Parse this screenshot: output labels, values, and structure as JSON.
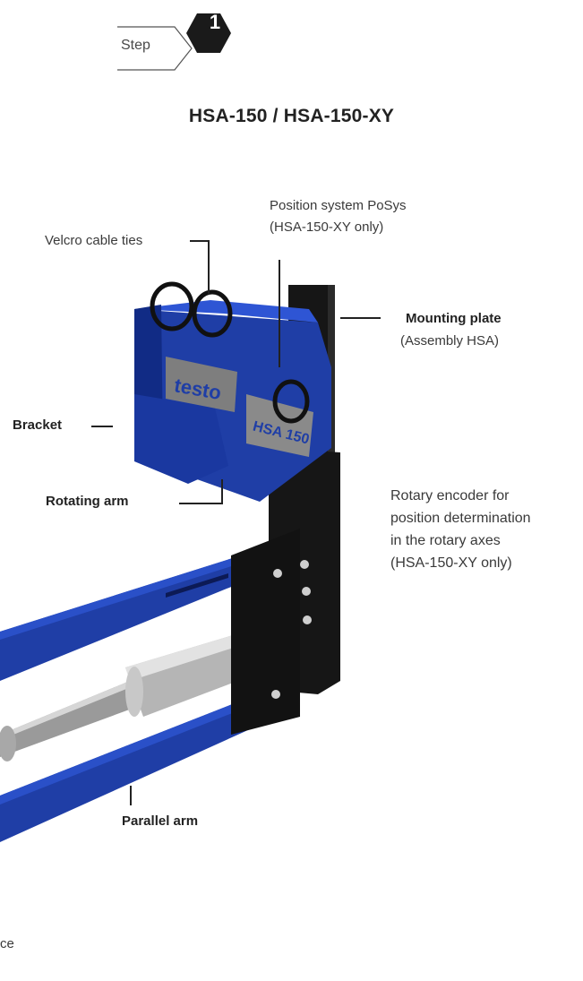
{
  "step": {
    "label": "Step",
    "number": "1"
  },
  "title": "HSA-150 / HSA-150-XY",
  "labels": {
    "position_system_line1": "Position system PoSys",
    "position_system_line2": "(HSA-150-XY only)",
    "velcro": "Velcro cable ties",
    "mounting_plate": "Mounting plate",
    "mounting_plate_sub": "(Assembly HSA)",
    "bracket": "Bracket",
    "rotating_arm": "Rotating arm",
    "rotary_encoder_line1": "Rotary encoder for",
    "rotary_encoder_line2": "position determination",
    "rotary_encoder_line3": "in the rotary axes",
    "rotary_encoder_line4": "(HSA-150-XY only)",
    "parallel_arm": "Parallel arm",
    "footer_fragment": "ce"
  },
  "device_text": {
    "brand": "testo",
    "model": "HSA 150"
  },
  "colors": {
    "arm_blue": "#1f3ea6",
    "plate_black": "#161616",
    "steel": "#b8b8b8"
  }
}
